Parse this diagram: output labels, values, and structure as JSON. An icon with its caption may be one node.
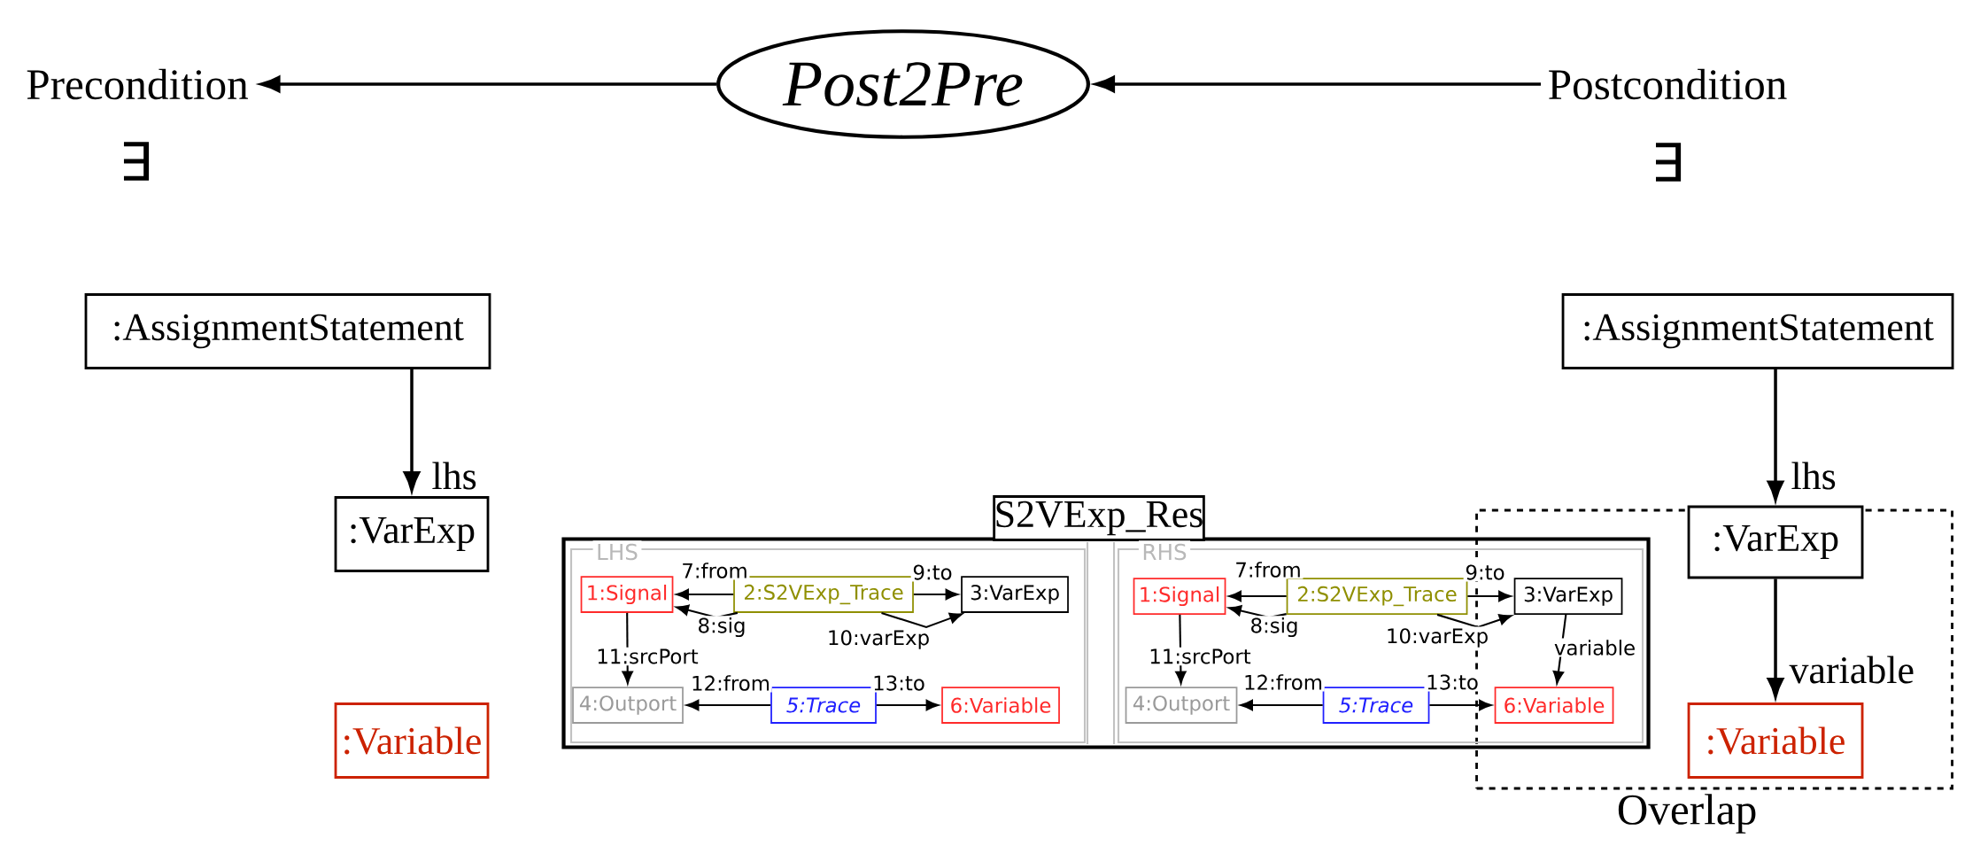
{
  "diagram": {
    "nodes": [
      {
        "text": [
          "Precondition"
        ]
      },
      {
        "text": [
          "Post2Pre"
        ]
      },
      {
        "text": [
          "Postcondition"
        ]
      },
      {
        "text": [
          ":AssignmentStatement"
        ]
      },
      {
        "text": [
          ":VarExp"
        ]
      },
      {
        "text": [
          ":Variable"
        ]
      },
      {
        "text": [
          ":AssignmentStatement"
        ]
      },
      {
        "text": [
          "Overlap"
        ]
      },
      {
        "text": [
          ":VarExp"
        ],
        "in": 7
      },
      {
        "text": [
          ":Variable"
        ],
        "in": 7
      },
      {
        "text": [
          "S2VExp_Res"
        ]
      },
      {
        "text": [
          "LHS"
        ],
        "in": 10
      },
      {
        "text": [
          "1:Signal"
        ],
        "in": 11
      },
      {
        "text": [
          "2:S2VExp_Trace"
        ],
        "in": 11
      },
      {
        "text": [
          "3:VarExp"
        ],
        "in": 11
      },
      {
        "text": [
          "4:Outport"
        ],
        "in": 11
      },
      {
        "text": [
          "5:Trace"
        ],
        "in": 11
      },
      {
        "text": [
          "6:Variable"
        ],
        "in": 11
      },
      {
        "text": [
          "RHS"
        ],
        "in": 10
      },
      {
        "text": [
          "1:Signal"
        ],
        "in": 18
      },
      {
        "text": [
          "2:S2VExp_Trace"
        ],
        "in": 18
      },
      {
        "text": [
          "3:VarExp"
        ]
      },
      {
        "text": [
          "4:Outport"
        ],
        "in": 18
      },
      {
        "text": [
          "5:Trace"
        ],
        "in": 18
      },
      {
        "text": [
          "6:Variable"
        ]
      }
    ],
    "edges": [
      {
        "from": 1,
        "to": 0,
        "arrow": "to"
      },
      {
        "from": 2,
        "to": 1,
        "arrow": "to"
      },
      {
        "from": 3,
        "to": 4,
        "arrow": "to",
        "label": "lhs"
      },
      {
        "from": 6,
        "to": 8,
        "arrow": "to",
        "label": "lhs"
      },
      {
        "from": 8,
        "to": 9,
        "arrow": "to",
        "label": "variable"
      },
      {
        "from": 13,
        "to": 12,
        "arrow": "to",
        "label": "7:from"
      },
      {
        "from": 13,
        "to": 12,
        "arrow": "to",
        "label": "8:sig"
      },
      {
        "from": 13,
        "to": 14,
        "arrow": "to",
        "label": "9:to"
      },
      {
        "from": 13,
        "to": 14,
        "arrow": "to",
        "label": "10:varExp"
      },
      {
        "from": 12,
        "to": 15,
        "arrow": "to",
        "label": "11:srcPort"
      },
      {
        "from": 16,
        "to": 15,
        "arrow": "to",
        "label": "12:from"
      },
      {
        "from": 16,
        "to": 17,
        "arrow": "to",
        "label": "13:to"
      },
      {
        "from": 20,
        "to": 19,
        "arrow": "to",
        "label": "7:from"
      },
      {
        "from": 20,
        "to": 19,
        "arrow": "to",
        "label": "8:sig"
      },
      {
        "from": 20,
        "to": 21,
        "arrow": "to",
        "label": "9:to"
      },
      {
        "from": 20,
        "to": 21,
        "arrow": "to",
        "label": "10:varExp"
      },
      {
        "from": 19,
        "to": 22,
        "arrow": "to",
        "label": "11:srcPort"
      },
      {
        "from": 23,
        "to": 22,
        "arrow": "to",
        "label": "12:from"
      },
      {
        "from": 23,
        "to": 24,
        "arrow": "to",
        "label": "13:to"
      },
      {
        "from": 21,
        "to": 24,
        "arrow": "to",
        "label": "variable"
      }
    ],
    "labels": [
      "∃",
      "∃"
    ]
  }
}
